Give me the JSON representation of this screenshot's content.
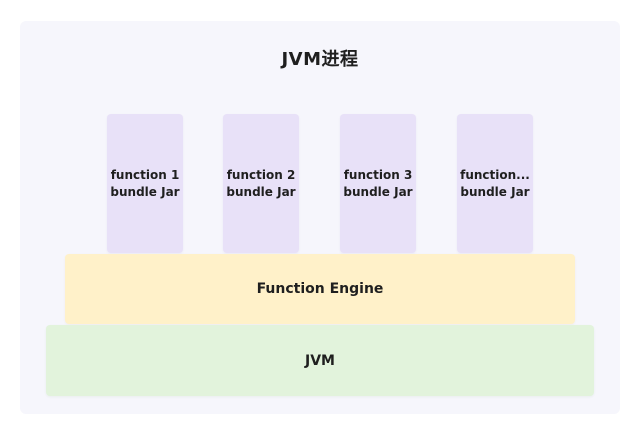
{
  "process": {
    "title": "JVM进程"
  },
  "bundles": [
    {
      "line1": "function 1",
      "line2": "bundle Jar"
    },
    {
      "line1": "function 2",
      "line2": "bundle Jar"
    },
    {
      "line1": "function 3",
      "line2": "bundle Jar"
    },
    {
      "line1": "function...",
      "line2": "bundle Jar"
    }
  ],
  "engine": {
    "label": "Function Engine"
  },
  "jvm": {
    "label": "JVM"
  },
  "colors": {
    "process_bg": "#f6f6fc",
    "bundle_bg": "#e8e1f8",
    "engine_bg": "#fff1c9",
    "jvm_bg": "#e2f3dc",
    "text": "#1f1f1f"
  }
}
